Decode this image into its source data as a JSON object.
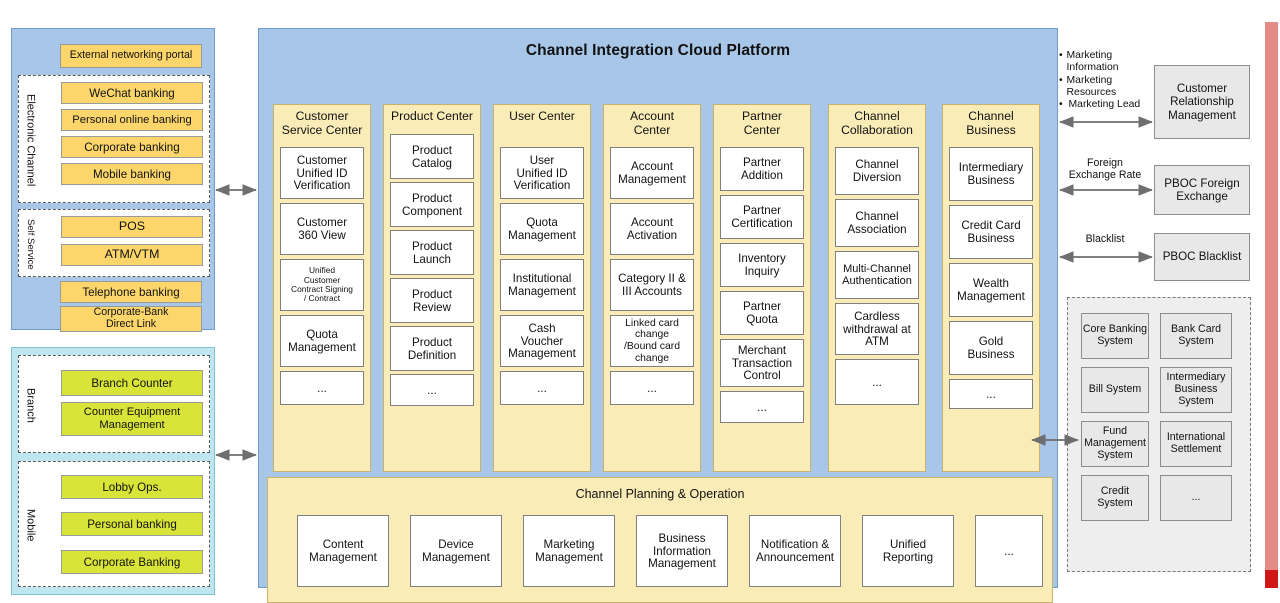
{
  "platform": {
    "title": "Channel Integration Cloud Platform",
    "columns": [
      {
        "header": "Customer\nService Center",
        "items": [
          "Customer\nUnified ID\nVerification",
          "Customer\n360 View",
          "Unified\nCustomer\nContract Signing\n/  Contract",
          "Quota\nManagement",
          "..."
        ]
      },
      {
        "header": "Product Center",
        "items": [
          "Product\nCatalog",
          "Product\nComponent",
          "Product\nLaunch",
          "Product\nReview",
          "Product\nDefinition",
          "..."
        ]
      },
      {
        "header": "User Center",
        "items": [
          "User\nUnified ID\nVerification",
          "Quota\nManagement",
          "Institutional\nManagement",
          "Cash\nVoucher\nManagement",
          "..."
        ]
      },
      {
        "header": "Account\nCenter",
        "items": [
          "Account\nManagement",
          "Account\nActivation",
          "Category II &\nIII Accounts",
          "Linked card\nchange\n/Bound card\nchange",
          "..."
        ]
      },
      {
        "header": "Partner\nCenter",
        "items": [
          "Partner\nAddition",
          "Partner\nCertification",
          "Inventory\nInquiry",
          "Partner\nQuota",
          "Merchant\nTransaction\nControl",
          "..."
        ]
      },
      {
        "header": "Channel\nCollaboration",
        "items": [
          "Channel\nDiversion",
          "Channel\nAssociation",
          "Multi-Channel\nAuthentication",
          "Cardless\nwithdrawal at\nATM",
          "..."
        ]
      },
      {
        "header": "Channel\nBusiness",
        "items": [
          "Intermediary\nBusiness",
          "Credit Card\nBusiness",
          "Wealth\nManagement",
          "Gold\nBusiness",
          "..."
        ]
      }
    ],
    "operations": {
      "title": "Channel Planning & Operation",
      "items": [
        "Content\nManagement",
        "Device\nManagement",
        "Marketing\nManagement",
        "Business\nInformation\nManagement",
        "Notification &\nAnnouncement",
        "Unified\nReporting",
        "..."
      ]
    }
  },
  "left": {
    "electronic_panel": {
      "top_item": "External networking portal",
      "groups": [
        {
          "label": "Electronic Channel",
          "items": [
            "WeChat banking",
            "Personal online banking",
            "Corporate banking",
            "Mobile banking"
          ]
        },
        {
          "label": "Self Service",
          "items": [
            "POS",
            "ATM/VTM"
          ]
        }
      ],
      "bottom_items": [
        "Telephone banking",
        "Corporate-Bank\nDirect Link"
      ]
    },
    "branch_panel": {
      "groups": [
        {
          "label": "Branch",
          "items": [
            "Branch Counter",
            "Counter Equipment\nManagement"
          ]
        },
        {
          "label": "Mobile",
          "items": [
            "Lobby Ops.",
            "Personal banking",
            "Corporate Banking"
          ]
        }
      ]
    }
  },
  "right": {
    "flows": [
      {
        "bullets": [
          "Marketing\nInformation",
          "Marketing\nResources",
          "Marketing Lead"
        ],
        "system": "Customer\nRelationship\nManagement"
      },
      {
        "label": "Foreign\nExchange Rate",
        "system": "PBOC Foreign\nExchange"
      },
      {
        "label": "Blacklist",
        "system": "PBOC Blacklist"
      }
    ],
    "core_systems": [
      "Core Banking\nSystem",
      "Bank Card\nSystem",
      "Bill System",
      "Intermediary\nBusiness\nSystem",
      "Fund\nManagement\nSystem",
      "International\nSettlement",
      "Credit System",
      "..."
    ]
  },
  "colors": {
    "panel_blue": "#a8c6e8",
    "panel_cyan": "#bfe5ef",
    "tile_yellow": "#fcd66a",
    "tile_green": "#d9e438",
    "column_cream": "#faecb7",
    "external_grey": "#e8e8e8",
    "accent_red": "#e58b86"
  }
}
